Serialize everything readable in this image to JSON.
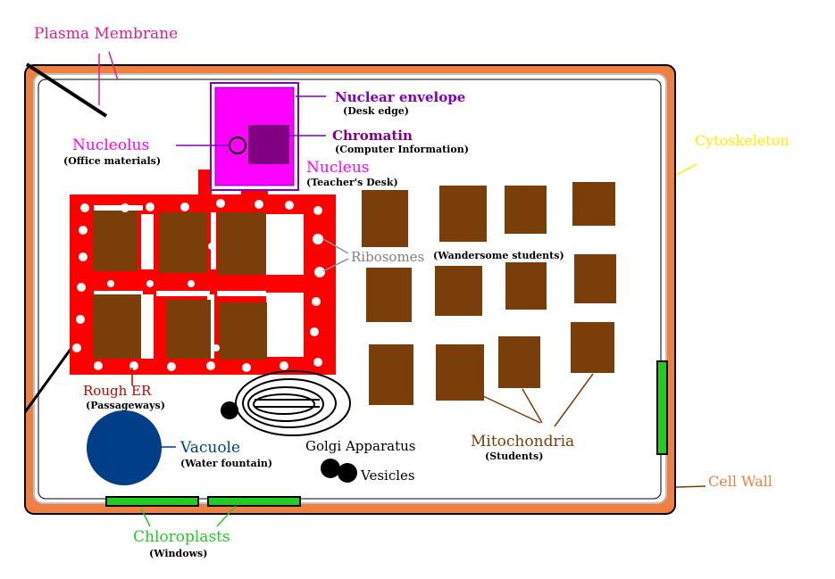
{
  "labels": {
    "plasma_membrane": "Plasma Membrane",
    "nuclear_envelope": "Nuclear envelope",
    "nuclear_envelope_sub": "(Desk edge)",
    "chromatin": "Chromatin",
    "chromatin_sub": "(Computer Information)",
    "nucleolus": "Nucleolus",
    "nucleolus_sub": "(Office materials)",
    "nucleus": "Nucleus",
    "nucleus_sub": "(Teacher's Desk)",
    "cytoskeleton": "Cytoskeleton",
    "ribosomes": "Ribosomes",
    "ribosomes_sub": "(Wandersome students)",
    "rough_er": "Rough ER",
    "rough_er_sub": "(Passageways)",
    "golgi": "Golgi Apparatus",
    "vesicles": "Vesicles",
    "vacuole": "Vacuole",
    "vacuole_sub": "(Water fountain)",
    "mitochondria": "Mitochondria",
    "mitochondria_sub": "(Students)",
    "cell_wall": "Cell Wall",
    "chloroplasts": "Chloroplasts",
    "chloroplasts_sub": "(Windows)"
  },
  "colors": {
    "cell_wall": "#f08040",
    "plasma_membrane_label": "#e0208a",
    "nucleus": "#ff00ff",
    "nuclear_envelope_label": "#8000c0",
    "chromatin": "#800080",
    "rough_er": "#ff0000",
    "rough_er_label": "#c00000",
    "mitochondria": "#7a3e0a",
    "vacuole": "#003f87",
    "chloroplasts": "#22cc22",
    "cytoskeleton": "#ffee00",
    "ribosomes_label": "#808080"
  }
}
